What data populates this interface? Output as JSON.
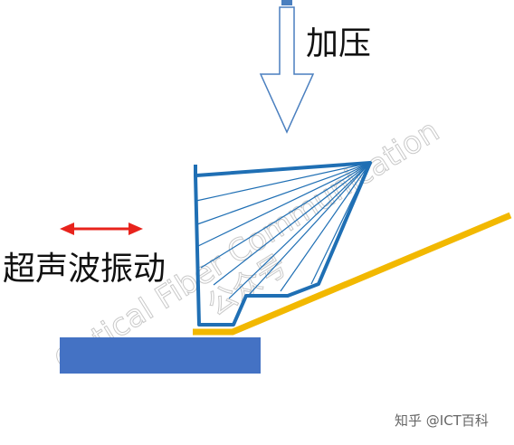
{
  "labels": {
    "pressure": "加压",
    "vibration": "超声波振动"
  },
  "watermark": {
    "line1": "Optical Fiber Communication",
    "line2": "公众号"
  },
  "footer": {
    "text": "知乎 @ICT百科"
  },
  "colors": {
    "tool": "#1f6fb4",
    "fiber": "#f2b800",
    "substrate": "#4472c4",
    "arrow": "#e8231c",
    "pressure_arrow": "#4a7fbf",
    "watermark": "#c9c9c9"
  }
}
